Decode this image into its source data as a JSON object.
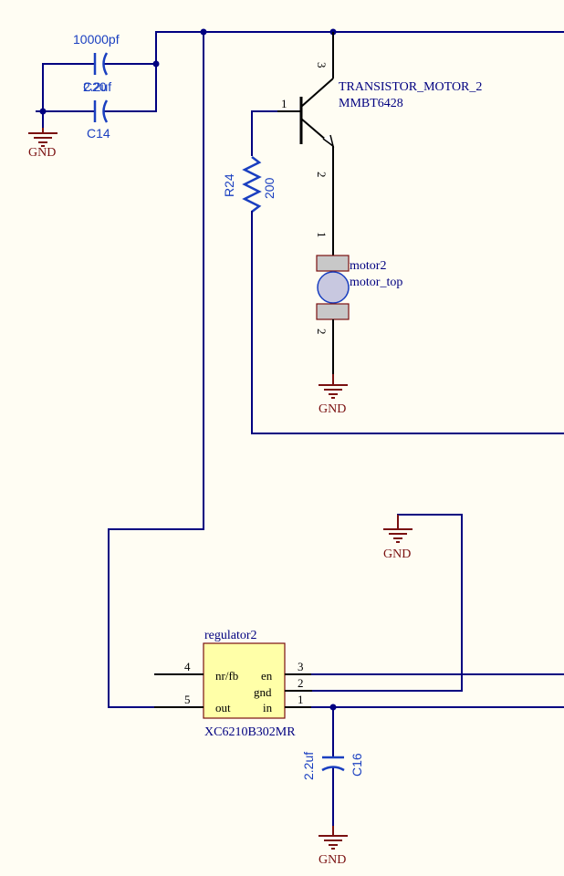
{
  "capacitors": {
    "c20": {
      "value": "10000pf",
      "designator": "C20"
    },
    "c14": {
      "value": "2.2uf",
      "designator": "C14"
    },
    "c16": {
      "value": "2.2uf",
      "designator": "C16"
    }
  },
  "transistor": {
    "designator": "TRANSISTOR_MOTOR_2",
    "part": "MMBT6428",
    "pins": {
      "base": "1",
      "collector": "3",
      "emitter": "2"
    }
  },
  "resistor": {
    "designator": "R24",
    "value": "200"
  },
  "motor": {
    "designator": "motor2",
    "part": "motor_top",
    "pins": {
      "top": "1",
      "bottom": "2"
    }
  },
  "regulator": {
    "designator": "regulator2",
    "part": "XC6210B302MR",
    "pin_labels": {
      "nrfb": "nr/fb",
      "en": "en",
      "gnd": "gnd",
      "out": "out",
      "in": "in"
    },
    "pin_numbers": {
      "nrfb": "4",
      "en": "3",
      "gnd": "2",
      "out": "5",
      "in": "1"
    }
  },
  "gnd_label": "GND",
  "colors": {
    "wire": "#000080",
    "component_text": "#1a3fc0",
    "ground": "#7a1010",
    "ic_fill": "#ffffa8",
    "motor_body": "#c8c8e0",
    "motor_caps": "#c8c8c8"
  }
}
